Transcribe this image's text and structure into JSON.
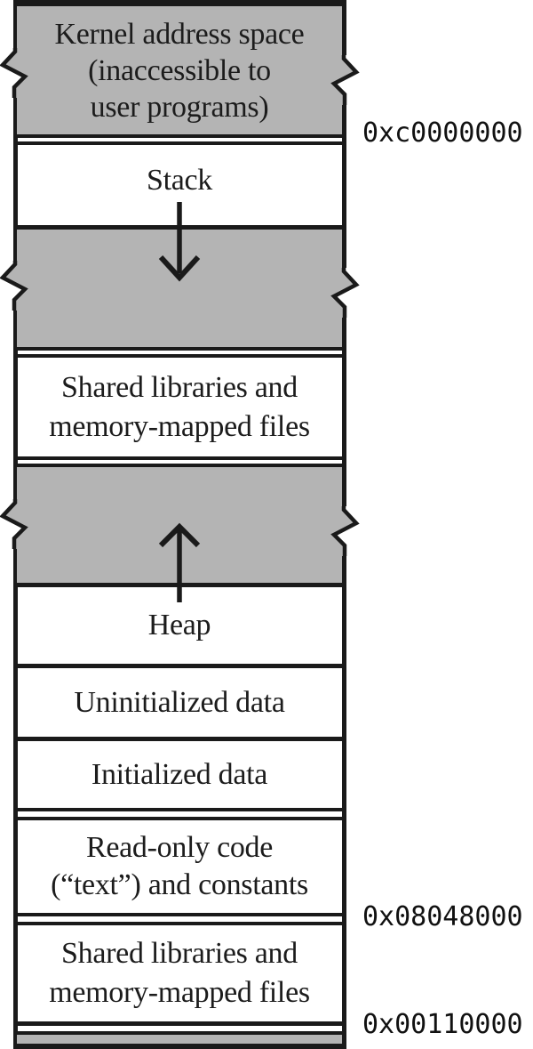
{
  "figure": {
    "title_semantics": "Process virtual address space layout",
    "regions": {
      "kernel": {
        "lines": [
          "Kernel address space",
          "(inaccessible to",
          "user programs)"
        ]
      },
      "stack": {
        "label": "Stack"
      },
      "shared_upper": {
        "lines": [
          "Shared libraries and",
          "memory-mapped files"
        ]
      },
      "heap": {
        "label": "Heap"
      },
      "uninitialized": {
        "label": "Uninitialized data"
      },
      "initialized": {
        "label": "Initialized data"
      },
      "readonly": {
        "lines": [
          "Read-only code",
          "(“text”) and constants"
        ]
      },
      "shared_lower": {
        "lines": [
          "Shared libraries and",
          "memory-mapped files"
        ]
      }
    },
    "addresses": {
      "kernel_boundary": "0xc0000000",
      "text_start": "0x08048000",
      "shared_low": "0x00110000"
    },
    "icons": {
      "stack_growth": "down-arrow-icon",
      "heap_growth": "up-arrow-icon",
      "torn_edge": "jagged-break-icon"
    },
    "colors": {
      "region_gray": "#b4b4b4",
      "line_black": "#1a1a1a",
      "background": "#ffffff"
    }
  }
}
